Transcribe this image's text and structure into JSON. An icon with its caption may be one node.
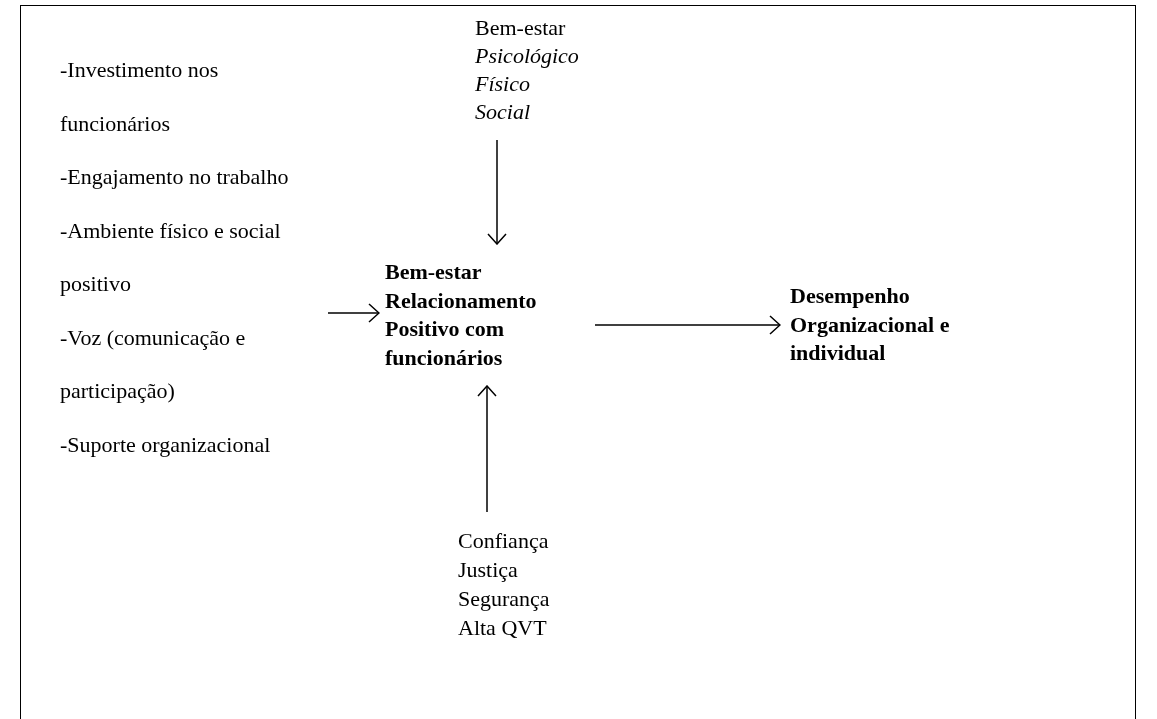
{
  "diagram": {
    "nodes": [
      {
        "text": [
          "-Investimento nos funcionários",
          "-Engajamento no trabalho",
          "-Ambiente físico e social positivo",
          "-Voz (comunicação e participação)",
          "-Suporte organizacional"
        ]
      },
      {
        "text": [
          "Bem-estar",
          "Psicológico",
          "Físico",
          "Social"
        ]
      },
      {
        "text": [
          "Bem-estar",
          "Relacionamento Positivo com funcionários"
        ]
      },
      {
        "text": [
          "Desempenho Organizacional e individual"
        ]
      },
      {
        "text": [
          "Confiança",
          "Justiça",
          "Segurança",
          "Alta QVT"
        ]
      }
    ],
    "edges": [
      {
        "from": 0,
        "to": 2,
        "arrow": "to"
      },
      {
        "from": 1,
        "to": 2,
        "arrow": "to"
      },
      {
        "from": 4,
        "to": 2,
        "arrow": "to"
      },
      {
        "from": 2,
        "to": 3,
        "arrow": "to"
      }
    ]
  }
}
